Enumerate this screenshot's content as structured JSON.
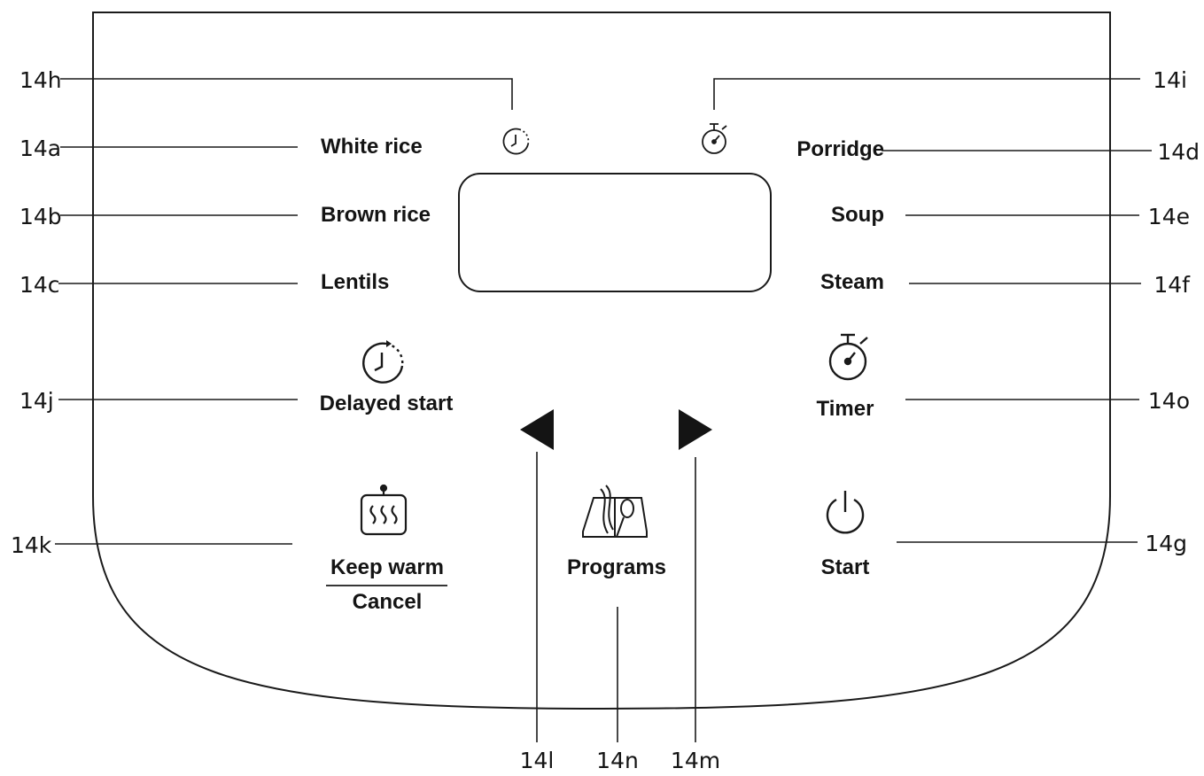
{
  "programs": {
    "white_rice": "White rice",
    "brown_rice": "Brown rice",
    "lentils": "Lentils",
    "porridge": "Porridge",
    "soup": "Soup",
    "steam": "Steam"
  },
  "buttons": {
    "delayed_start": "Delayed start",
    "timer": "Timer",
    "keep_warm": "Keep warm",
    "cancel": "Cancel",
    "programs": "Programs",
    "start": "Start"
  },
  "callouts": {
    "a": "14a",
    "b": "14b",
    "c": "14c",
    "d": "14d",
    "e": "14e",
    "f": "14f",
    "g": "14g",
    "h": "14h",
    "i": "14i",
    "j": "14j",
    "k": "14k",
    "l": "14l",
    "m": "14m",
    "n": "14n",
    "o": "14o"
  },
  "icons": {
    "delay_indicator": "delay-clock-icon",
    "timer_indicator": "stopwatch-icon",
    "delayed_start": "delay-clock-icon",
    "timer": "stopwatch-icon",
    "keep_warm": "pot-steam-icon",
    "programs": "recipe-book-icon",
    "start": "power-icon",
    "left": "arrow-left-icon",
    "right": "arrow-right-icon"
  },
  "colors": {
    "line": "#1a1a1a",
    "background": "#ffffff"
  }
}
